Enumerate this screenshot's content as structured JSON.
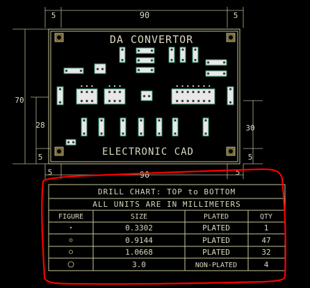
{
  "board": {
    "title": "DA CONVERTOR",
    "subtitle": "ELECTRONIC CAD"
  },
  "dimensions": {
    "top_left_margin": "5",
    "top_width": "90",
    "top_right_margin": "5",
    "left_height": "70",
    "left_sub": "28",
    "left_bottom_margin": "5",
    "right_sub": "30",
    "right_bottom_margin": "5",
    "bottom_left_margin": "5",
    "bottom_width": "90",
    "bottom_right_margin": "5"
  },
  "drill_chart": {
    "title": "DRILL CHART: TOP to BOTTOM",
    "units": "ALL UNITS ARE IN MILLIMETERS",
    "headers": [
      "FIGURE",
      "SIZE",
      "PLATED",
      "QTY"
    ],
    "rows": [
      {
        "size": "0.3302",
        "plated": "PLATED",
        "qty": "1"
      },
      {
        "size": "0.9144",
        "plated": "PLATED",
        "qty": "47"
      },
      {
        "size": "1.0668",
        "plated": "PLATED",
        "qty": "32"
      },
      {
        "size": "3.0",
        "plated": "NON-PLATED",
        "qty": "4"
      }
    ]
  },
  "colors": {
    "background": "#000000",
    "outline": "#c8c89a",
    "annotation": "#ff0000"
  }
}
